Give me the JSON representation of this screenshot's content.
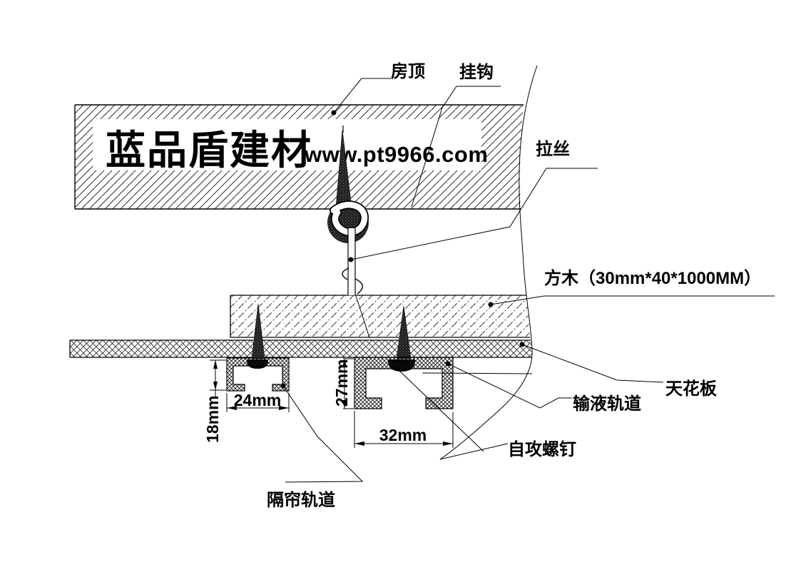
{
  "drawing": {
    "watermark": {
      "brand": "蓝品盾建材",
      "website": "www.pt9966.com"
    },
    "labels": {
      "roof": "房顶",
      "hook": "挂钩",
      "wire": "拉丝",
      "timber": "方木（30mm*40*1000MM）",
      "ceiling": "天花板",
      "iv_track": "输液轨道",
      "self_tapping_screw": "自攻螺钉",
      "curtain_track": "隔帘轨道"
    },
    "dimensions": {
      "curtain_track_width": "24mm",
      "curtain_track_height": "18mm",
      "iv_track_height": "27mm",
      "iv_track_width": "32mm"
    },
    "colors": {
      "ink": "#000000",
      "paper": "#ffffff"
    }
  }
}
